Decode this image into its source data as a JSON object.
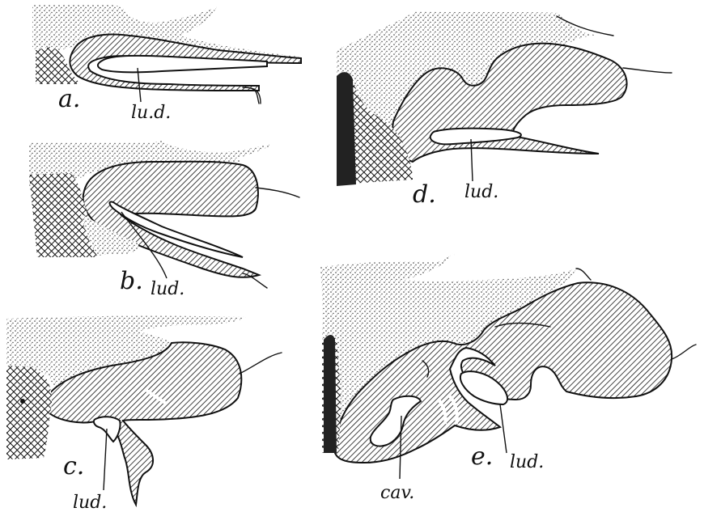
{
  "panels": [
    {
      "id": "a",
      "letter": "a.",
      "labels": [
        "lu.d."
      ]
    },
    {
      "id": "b",
      "letter": "b.",
      "labels": [
        "lud."
      ]
    },
    {
      "id": "c",
      "letter": "c.",
      "labels": [
        "lud."
      ]
    },
    {
      "id": "d",
      "letter": "d.",
      "labels": [
        "lud."
      ]
    },
    {
      "id": "e",
      "letter": "e.",
      "labels": [
        "cav.",
        "lud."
      ]
    }
  ],
  "legend_tissues": [
    "stippled",
    "hatched",
    "cross-hatched"
  ]
}
